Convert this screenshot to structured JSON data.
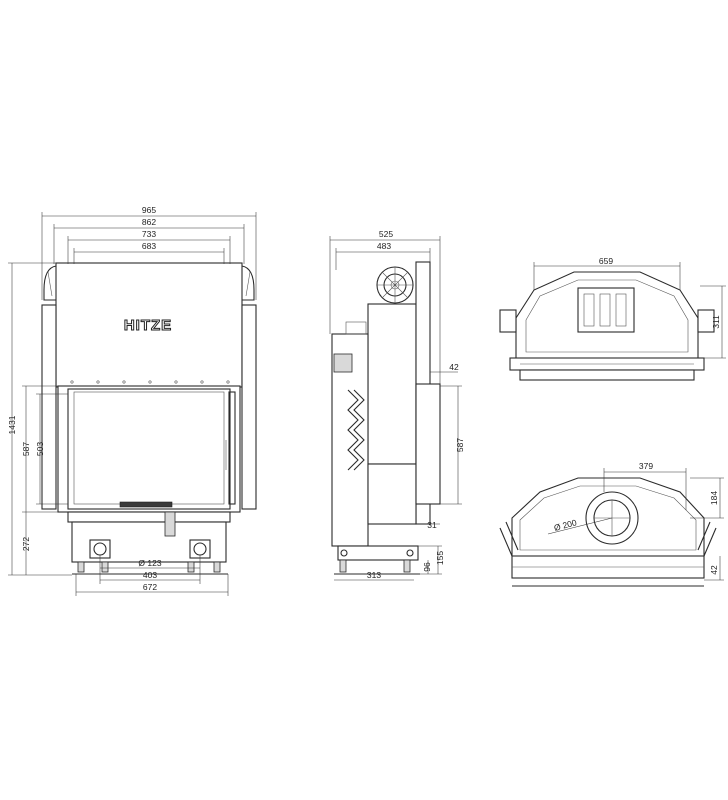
{
  "brand": {
    "logo_text": "HITZE"
  },
  "front_view": {
    "width_outer": "965",
    "width_862": "862",
    "width_733": "733",
    "width_683": "683",
    "height_total": "1431",
    "height_587": "587",
    "height_503": "503",
    "height_272": "272",
    "flue_diameter": "Ø 123",
    "feet_403": "403",
    "base_672": "672"
  },
  "side_view": {
    "depth_525": "525",
    "depth_483": "483",
    "offset_42": "42",
    "height_587": "587",
    "offset_31": "31",
    "height_155": "155",
    "height_96": "96",
    "base_313": "313"
  },
  "top_view": {
    "width_659": "659",
    "depth_311": "311"
  },
  "bottom_view": {
    "offset_379": "379",
    "depth_184": "184",
    "depth_42": "42",
    "flue_diameter": "Ø 200"
  }
}
